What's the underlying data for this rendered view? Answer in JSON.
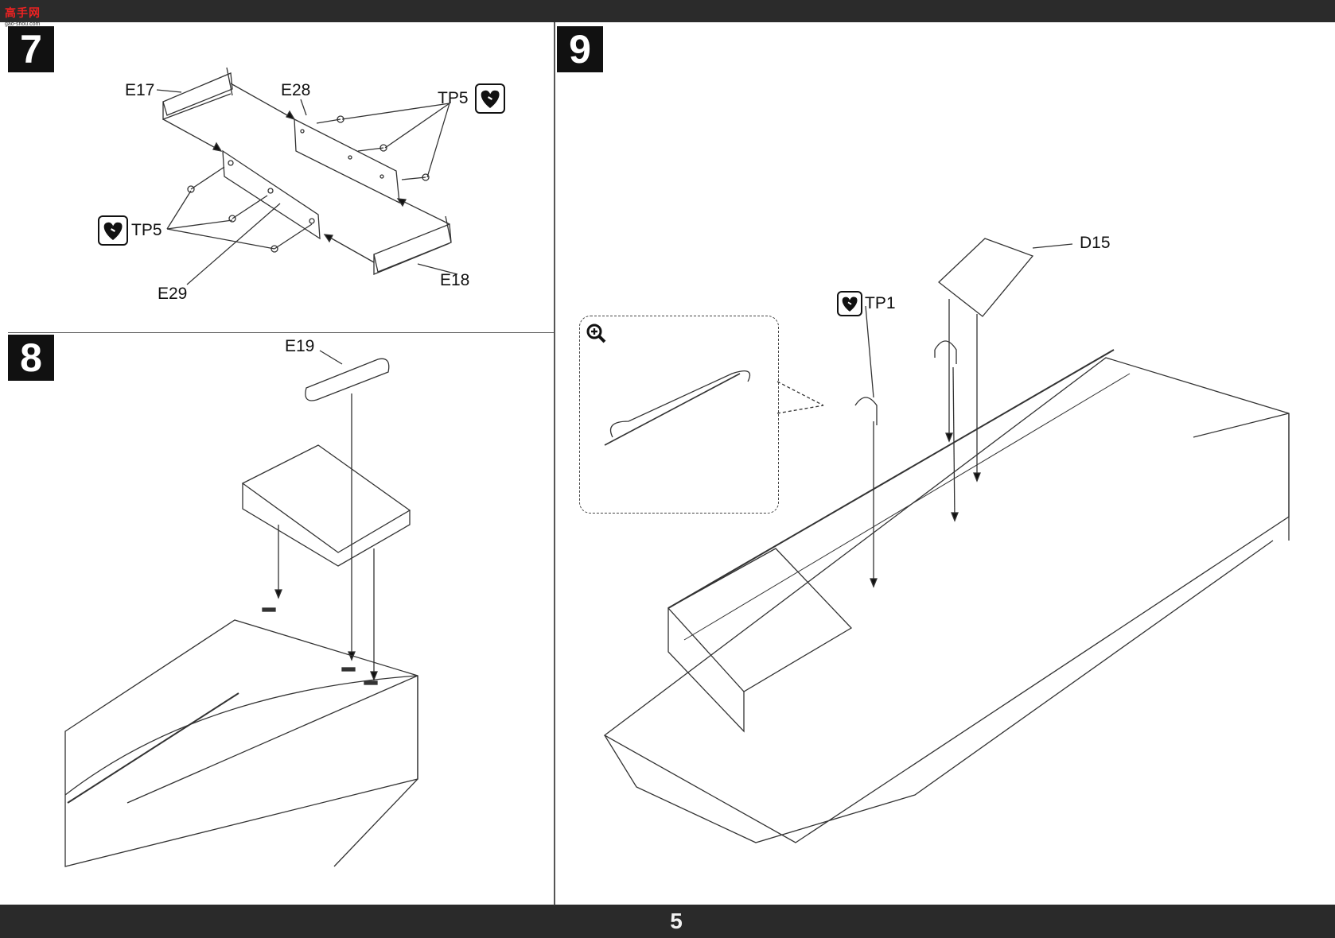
{
  "brand": {
    "logo_text": "高手网",
    "logo_sub": "gao-shou.com"
  },
  "page_number": "5",
  "steps": [
    {
      "number": "7",
      "parts": [
        "E17",
        "E28",
        "E29",
        "E18"
      ],
      "glue": [
        "TP5",
        "TP5"
      ]
    },
    {
      "number": "8",
      "parts": [
        "E19"
      ]
    },
    {
      "number": "9",
      "parts": [
        "D15"
      ],
      "glue": [
        "TP1"
      ]
    }
  ],
  "icons": {
    "glue_icon": "broken-heart-glue-icon",
    "zoom_icon": "magnify-plus-icon"
  },
  "colors": {
    "band": "#2b2b2b",
    "badge": "#111111",
    "line": "#333333"
  }
}
